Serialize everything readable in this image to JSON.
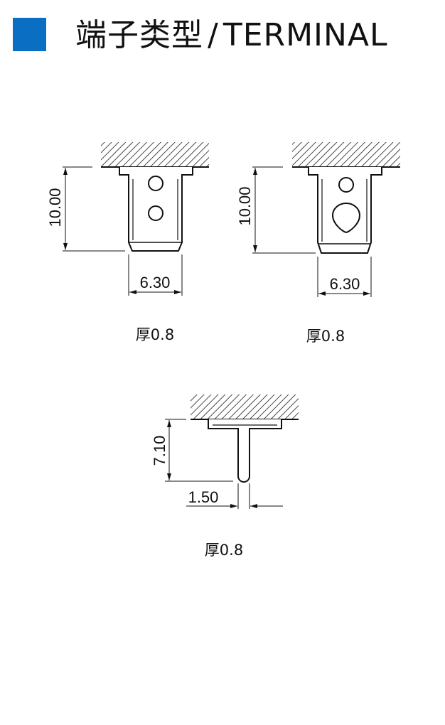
{
  "header": {
    "title_cn": "端子类型",
    "title_sep": "/",
    "title_en": "TERMINAL",
    "accent_color": "#0a6fc2"
  },
  "terminals": [
    {
      "height_dim": "10.00",
      "width_dim": "6.30",
      "thickness": "厚0.8",
      "holes": "two-circles"
    },
    {
      "height_dim": "10.00",
      "width_dim": "6.30",
      "thickness": "厚0.8",
      "holes": "circle-and-keyhole"
    },
    {
      "height_dim": "7.10",
      "width_dim": "1.50",
      "thickness": "厚0.8",
      "holes": "none"
    }
  ]
}
